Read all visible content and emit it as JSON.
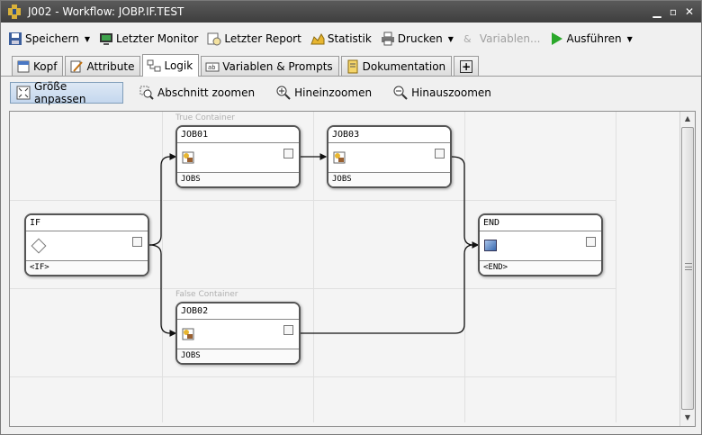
{
  "window": {
    "title": "J002 - Workflow: JOBP.IF.TEST"
  },
  "toolbar": {
    "save": "Speichern",
    "last_monitor": "Letzter Monitor",
    "last_report": "Letzter Report",
    "statistics": "Statistik",
    "print": "Drucken",
    "variables": "Variablen...",
    "execute": "Ausführen"
  },
  "tabs": {
    "kopf": "Kopf",
    "attribute": "Attribute",
    "logik": "Logik",
    "variablen": "Variablen & Prompts",
    "doku": "Dokumentation",
    "add": "+"
  },
  "subtoolbar": {
    "fit": "Größe anpassen",
    "zoom_section": "Abschnitt zoomen",
    "zoom_in": "Hineinzoomen",
    "zoom_out": "Hinauszoomen"
  },
  "canvas": {
    "true_container": "True Container",
    "false_container": "False Container",
    "nodes": {
      "if": {
        "name": "IF",
        "type": "<IF>"
      },
      "job01": {
        "name": "JOB01",
        "type": "JOBS"
      },
      "job03": {
        "name": "JOB03",
        "type": "JOBS"
      },
      "job02": {
        "name": "JOB02",
        "type": "JOBS"
      },
      "end": {
        "name": "END",
        "type": "<END>"
      }
    }
  },
  "colors": {
    "titlebar": "#4a4a4a",
    "active_tool": "#c4d7ee",
    "node_border": "#555555",
    "execute_green": "#2aa82a"
  }
}
